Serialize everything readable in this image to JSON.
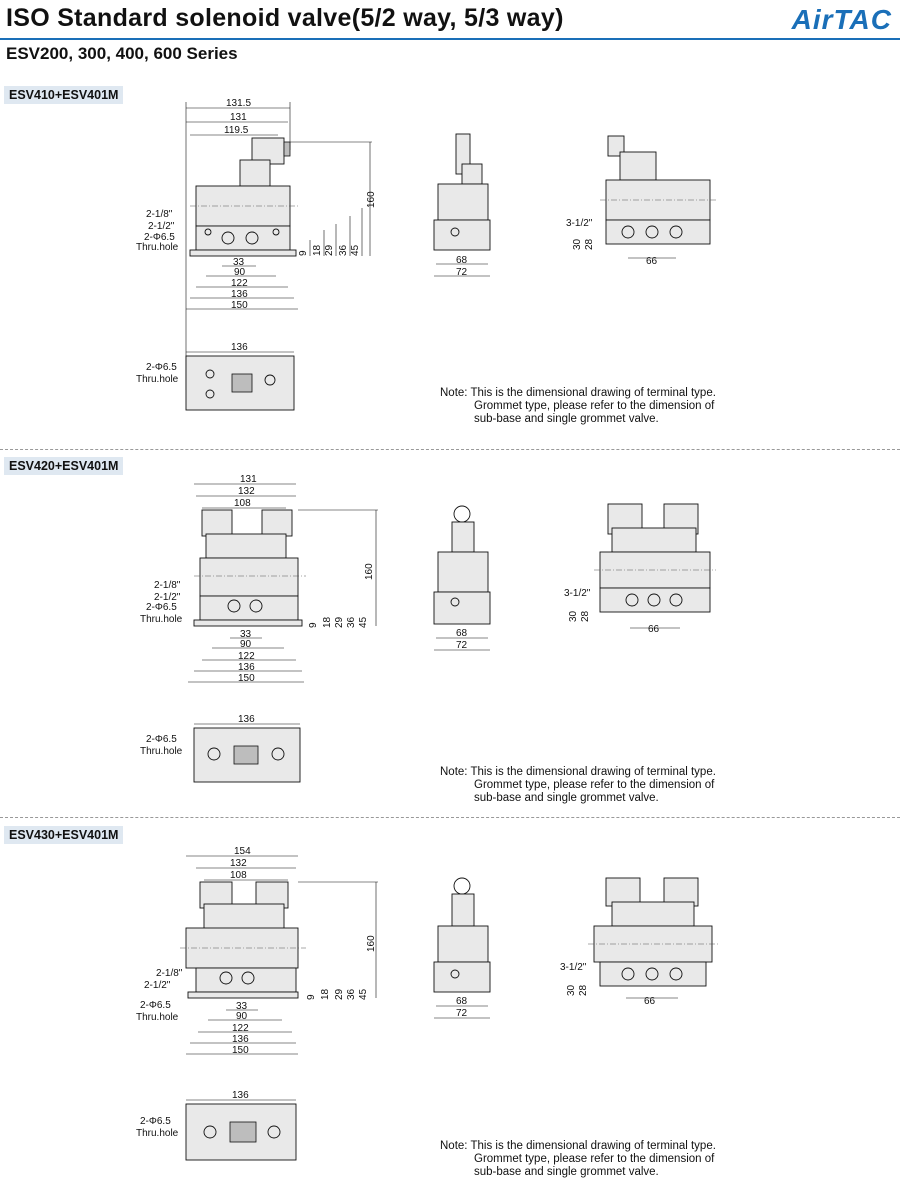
{
  "header": {
    "title": "ISO Standard solenoid valve(5/2 way, 5/3 way)",
    "subtitle": "ESV200, 300, 400, 600 Series",
    "logo": "AirTAC",
    "accent": "#1a6fb8"
  },
  "common": {
    "port_small": "2-1/8\"",
    "port_mid": "2-1/2\"",
    "hole": "2-Φ6.5",
    "thru": "Thru.hole",
    "port_side": "3-1/2\"",
    "dim_68": "68",
    "dim_72": "72",
    "dim_66": "66",
    "dim_30": "30",
    "dim_28": "28",
    "dim_160": "160",
    "dim_9": "9",
    "dim_18": "18",
    "dim_29": "29",
    "dim_36": "36",
    "dim_45": "45",
    "dim_33": "33",
    "dim_90": "90",
    "dim_122": "122",
    "dim_136": "136",
    "dim_150": "150"
  },
  "note": {
    "line1": "Note: This is the dimensional drawing of terminal type.",
    "line2": "Grommet type, please refer to the dimension of",
    "line3": "sub-base and single grommet valve."
  },
  "sections": [
    {
      "label": "ESV410+ESV401M",
      "top_a": "131.5",
      "top_b": "131",
      "top_c": "119.5"
    },
    {
      "label": "ESV420+ESV401M",
      "top_a": "131",
      "top_b": "132",
      "top_c": "108"
    },
    {
      "label": "ESV430+ESV401M",
      "top_a": "154",
      "top_b": "132",
      "top_c": "108"
    }
  ]
}
